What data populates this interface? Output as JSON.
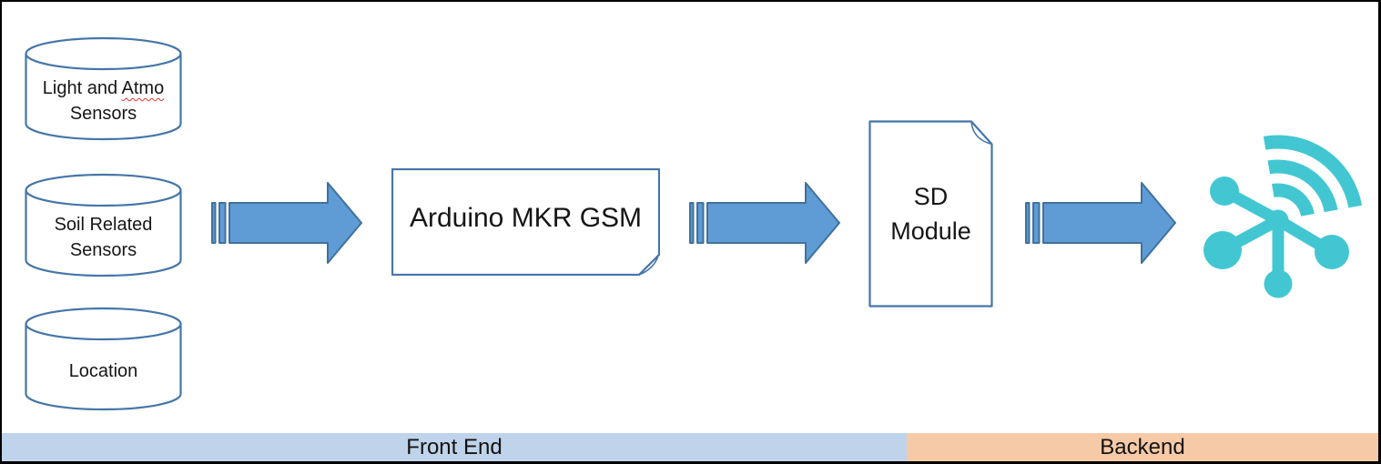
{
  "colors": {
    "arrow-fill": "#5f9cd6",
    "arrow-stroke": "#41719c",
    "shape-stroke": "#4576a8",
    "teal": "#42c7d2",
    "frontend-bar": "#bfd4ea",
    "backend-bar": "#f6caa6",
    "text": "#161616",
    "misspell": "#e0392e"
  },
  "sensors": [
    {
      "line1_plain": "Light and",
      "line1_flagged": "Atmo",
      "line2": "Sensors"
    },
    {
      "line1_plain": "Soil Related",
      "line1_flagged": "",
      "line2": "Sensors"
    },
    {
      "line1_plain": "Location",
      "line1_flagged": "",
      "line2": ""
    }
  ],
  "processor": {
    "label": "Arduino MKR GSM"
  },
  "storage": {
    "line1": "SD",
    "line2": "Module"
  },
  "cloud": {
    "icon": "thingspeak-iot-icon"
  },
  "footer": {
    "frontend_label": "Front End",
    "backend_label": "Backend"
  }
}
